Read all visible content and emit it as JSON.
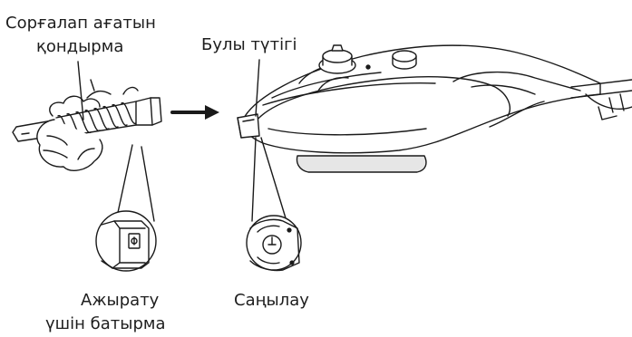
{
  "labels": {
    "nozzle_line1": "Сорғалап ағатын",
    "nozzle_line2": "қондырма",
    "steam_tube": "Булы түтігі",
    "release_line1": "Ажырату",
    "release_line2": "үшін батырма",
    "clicking": "Саңылау"
  },
  "colors": {
    "stroke": "#1a1a1a",
    "fill_light": "#ffffff",
    "fill_grey": "#e6e6e6"
  }
}
